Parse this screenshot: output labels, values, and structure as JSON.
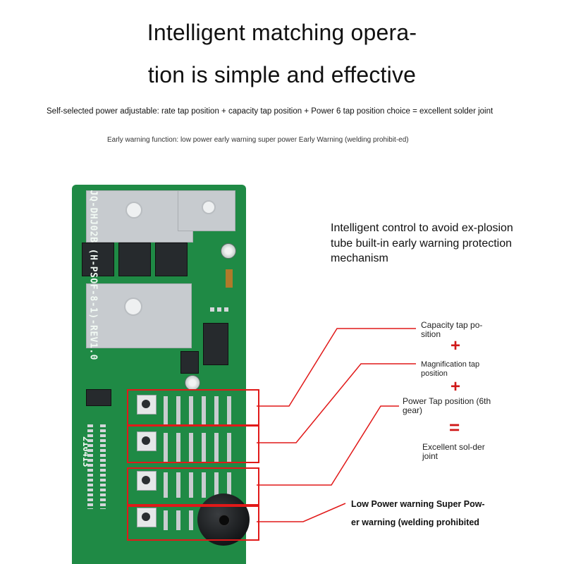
{
  "headline": {
    "line1": "Intelligent matching opera-",
    "line2": "tion is simple and effective"
  },
  "description": {
    "line1": "Self-selected power adjustable: rate tap position + capacity tap position + Power 6 tap position choice = excellent solder joint",
    "line2": "Early warning function: low power early warning super power Early Warning (welding prohibit-ed)"
  },
  "control_note": "Intelligent control to avoid ex-plosion tube built-in early warning protection mechanism",
  "annotations": {
    "capacity": "Capacity tap po-sition",
    "magnification": "Magnification tap position",
    "power": "Power Tap position (6th gear)",
    "result": "Excellent sol-der joint",
    "plus": "+",
    "equals": "=",
    "warning_line1": "Low Power warning Super Pow-",
    "warning_line2": "er warning (welding prohibited"
  },
  "board": {
    "model_text": "JQ-DHJ02B (H-PSOF-8-1)-REV1.0",
    "date_code": "210413"
  },
  "colors": {
    "pcb_green": "#1f8a45",
    "highlight_red": "#e11919"
  }
}
